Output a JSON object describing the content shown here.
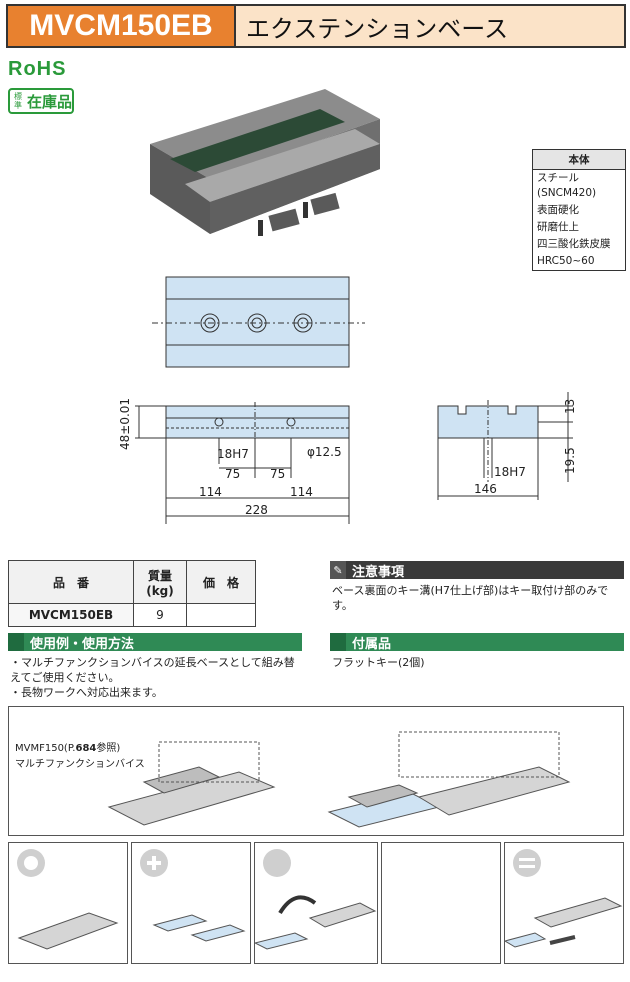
{
  "header": {
    "code": "MVCM150EB",
    "name": "エクステンションベース"
  },
  "badges": {
    "rohs": "RoHS",
    "stock_small": "標準",
    "stock_big": "在庫品"
  },
  "spec": {
    "title": "本体",
    "lines": [
      "スチール(SNCM420)",
      "表面硬化",
      "研磨仕上",
      "四三酸化鉄皮膜",
      "HRC50~60"
    ]
  },
  "dims": {
    "height": "48±0.01",
    "h7_a": "18H7",
    "h7_b": "18H7",
    "d75a": "75",
    "d75b": "75",
    "phi": "φ12.5",
    "d114a": "114",
    "d114b": "114",
    "d228": "228",
    "d13": "13",
    "d195": "19.5",
    "d146": "146"
  },
  "table": {
    "h_part": "品　番",
    "h_mass": "質量",
    "h_mass_unit": "(kg)",
    "h_price": "価　格",
    "part": "MVCM150EB",
    "mass": "9",
    "price": ""
  },
  "notice": {
    "title": "注意事項",
    "text": "ベース裏面のキー溝(H7仕上げ部)はキー取付け部のみです。"
  },
  "usage": {
    "title": "使用例・使用方法",
    "lines": [
      "・マルチファンクションバイスの延長ベースとして組み替えてご使用ください。",
      "・長物ワークへ対応出来ます。"
    ]
  },
  "accessory": {
    "title": "付属品",
    "text": "フラットキー(2個)"
  },
  "example": {
    "label1": "MVMF150(P.",
    "label_bold": "684",
    "label2": "参照)",
    "label3": "マルチファンクションバイス"
  },
  "colors": {
    "accent": "#e8812f",
    "green": "#2f8a55",
    "blue": "#cfe3f3"
  }
}
